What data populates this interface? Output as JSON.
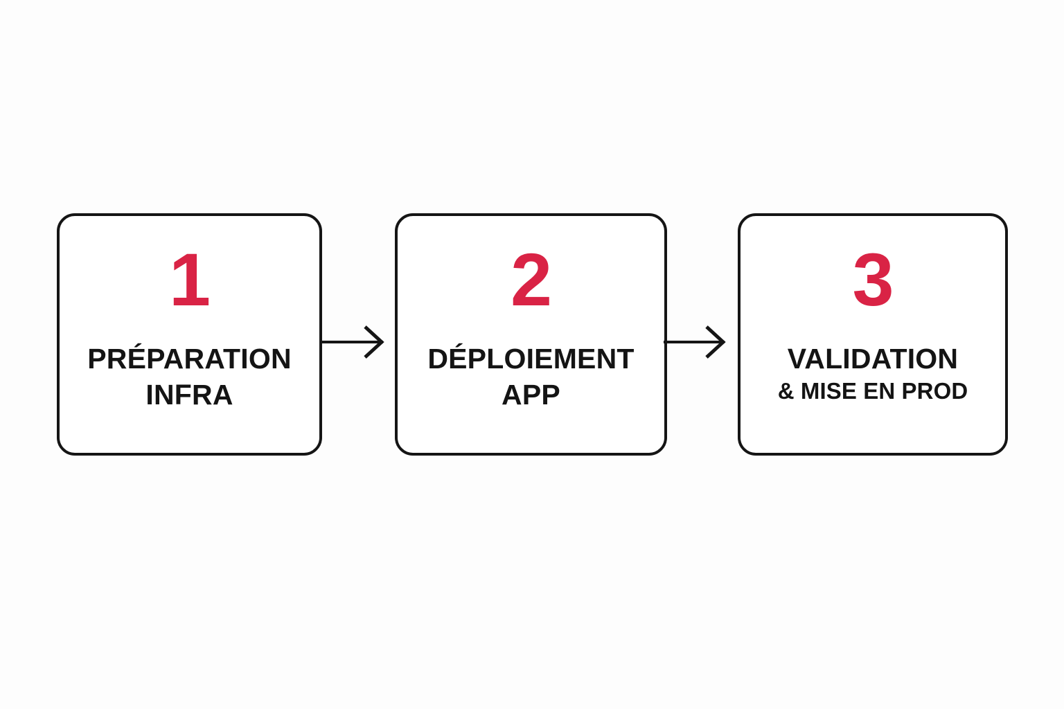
{
  "diagram": {
    "type": "process-flow",
    "orientation": "horizontal",
    "background_color": "#fdfdfd",
    "accent_color": "#d92345",
    "text_color": "#141414",
    "border_color": "#151515",
    "steps": [
      {
        "number": "1",
        "label_line_1": "PRÉPARATION",
        "label_line_2": "INFRA",
        "label_line_2_small": false
      },
      {
        "number": "2",
        "label_line_1": "DÉPLOIEMENT",
        "label_line_2": "APP",
        "label_line_2_small": false
      },
      {
        "number": "3",
        "label_line_1": "VALIDATION",
        "label_line_2": "& MISE EN PROD",
        "label_line_2_small": true
      }
    ],
    "connectors": [
      {
        "from": "1",
        "to": "2",
        "icon": "arrow-right-icon"
      },
      {
        "from": "2",
        "to": "3",
        "icon": "arrow-right-icon"
      }
    ]
  }
}
